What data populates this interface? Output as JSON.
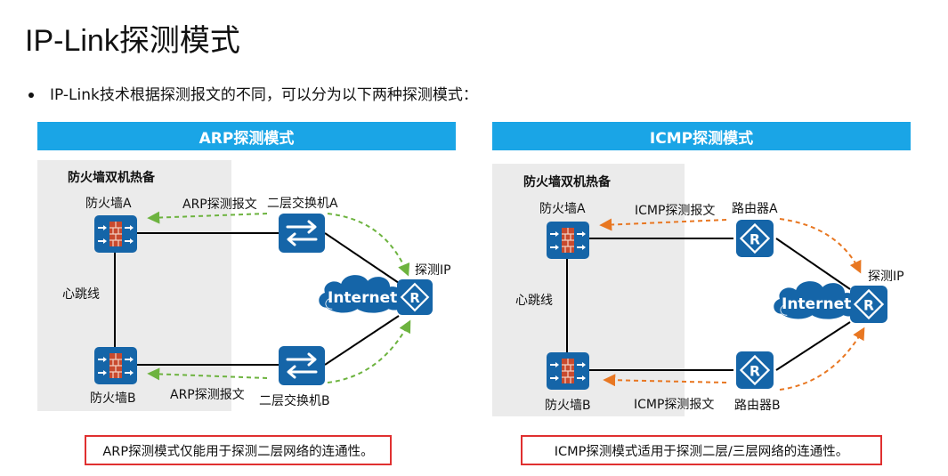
{
  "title": "IP-Link探测模式",
  "bullet": "IP-Link技术根据探测报文的不同，可以分为以下两种探测模式：",
  "left": {
    "header": "ARP探测模式",
    "group_label": "防火墙双机热备",
    "fw_a": "防火墙A",
    "fw_b": "防火墙B",
    "heartbeat": "心跳线",
    "dev_a": "二层交换机A",
    "dev_b": "二层交换机B",
    "probe_msg_top": "ARP探测报文",
    "probe_msg_bottom": "ARP探测报文",
    "probe_ip": "探测IP",
    "internet": "Internet",
    "note": "ARP探测模式仅能用于探测二层网络的连通性。",
    "arrow_color": "#6db33f"
  },
  "right": {
    "header": "ICMP探测模式",
    "group_label": "防火墙双机热备",
    "fw_a": "防火墙A",
    "fw_b": "防火墙B",
    "heartbeat": "心跳线",
    "dev_a": "路由器A",
    "dev_b": "路由器B",
    "probe_msg_top": "ICMP探测报文",
    "probe_msg_bottom": "ICMP探测报文",
    "probe_ip": "探测IP",
    "internet": "Internet",
    "note": "ICMP探测模式适用于探测二层/三层网络的连通性。",
    "arrow_color": "#e87722"
  },
  "colors": {
    "header": "#1aa5e6",
    "device": "#1565a8",
    "note_border": "#e03030"
  }
}
